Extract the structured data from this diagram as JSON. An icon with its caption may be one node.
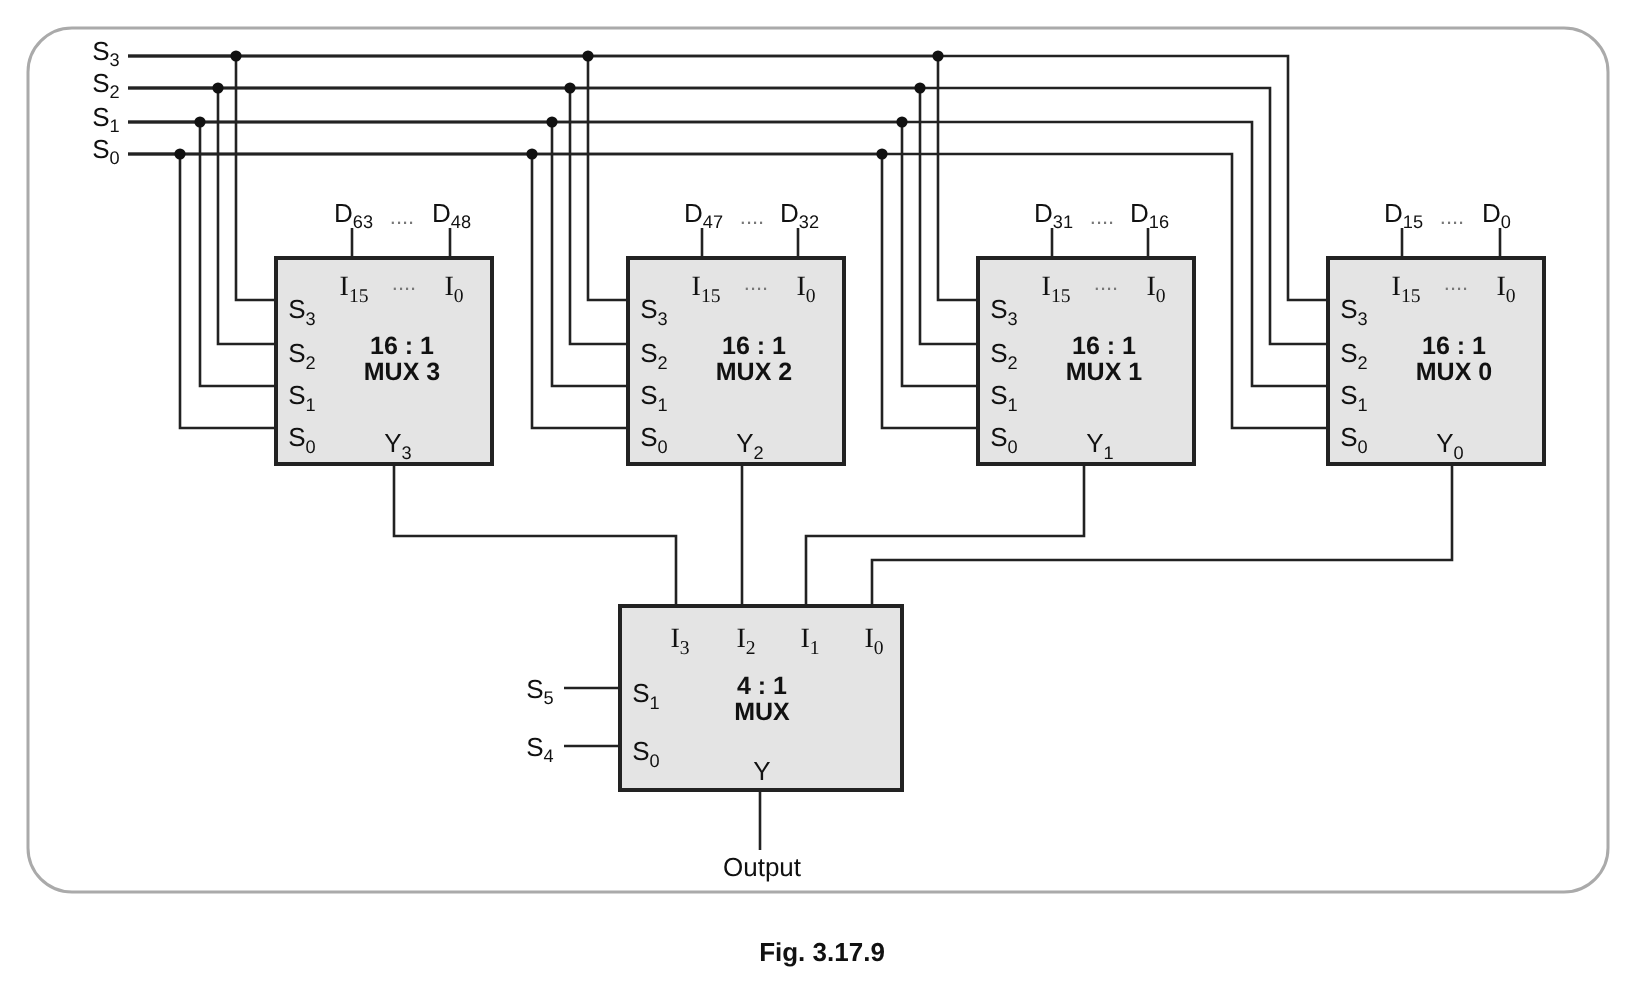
{
  "diagram": {
    "caption": "Fig. 3.17.9",
    "nodes": [
      {
        "text": [
          "S$_{3}$"
        ]
      },
      {
        "text": [
          "S$_{2}$"
        ]
      },
      {
        "text": [
          "S$_{1}$"
        ]
      },
      {
        "text": [
          "S$_{0}$"
        ]
      },
      {
        "text": [
          "D$_{63}$"
        ]
      },
      {
        "text": [
          "D$_{48}$"
        ]
      },
      {
        "text": [
          "D$_{47}$"
        ]
      },
      {
        "text": [
          "D$_{32}$"
        ]
      },
      {
        "text": [
          "D$_{31}$"
        ]
      },
      {
        "text": [
          "D$_{16}$"
        ]
      },
      {
        "text": [
          "D$_{15}$"
        ]
      },
      {
        "text": [
          "D$_{0}$"
        ]
      },
      {
        "text": [
          "I$_{15}$",
          "....",
          "I$_{0}$",
          "S$_{3}$",
          "S$_{2}$",
          "S$_{1}$",
          "16 : 1 MUX 3",
          "S$_{0}$",
          "Y$_{3}$"
        ]
      },
      {
        "text": [
          "I$_{15}$",
          "....",
          "I$_{0}$",
          "S$_{3}$",
          "S$_{2}$",
          "S$_{1}$",
          "16 : 1 MUX 2",
          "S$_{0}$",
          "Y$_{2}$"
        ]
      },
      {
        "text": [
          "I$_{15}$",
          "....",
          "I$_{0}$",
          "S$_{3}$",
          "S$_{2}$",
          "S$_{1}$",
          "16 : 1 MUX 1",
          "S$_{0}$",
          "Y$_{1}$"
        ]
      },
      {
        "text": [
          "I$_{15}$",
          "....",
          "I$_{0}$",
          "S$_{3}$",
          "S$_{2}$",
          "S$_{1}$",
          "16 : 1 MUX 0",
          "S$_{0}$",
          "Y$_{0}$"
        ]
      },
      {
        "text": [
          "S$_{5}$"
        ]
      },
      {
        "text": [
          "S$_{4}$"
        ]
      },
      {
        "text": [
          "I$_{3}$",
          "I$_{2}$",
          "I$_{1}$",
          "I$_{0}$",
          "S$_{1}$",
          "4 : 1 MUX",
          "S$_{0}$",
          "Y"
        ]
      },
      {
        "text": [
          "Output"
        ]
      }
    ],
    "edges": [
      {
        "from": 0,
        "to": 12,
        "arrow": "none"
      },
      {
        "from": 0,
        "to": 13,
        "arrow": "none"
      },
      {
        "from": 0,
        "to": 14,
        "arrow": "none"
      },
      {
        "from": 0,
        "to": 15,
        "arrow": "none"
      },
      {
        "from": 1,
        "to": 12,
        "arrow": "none"
      },
      {
        "from": 1,
        "to": 13,
        "arrow": "none"
      },
      {
        "from": 1,
        "to": 14,
        "arrow": "none"
      },
      {
        "from": 1,
        "to": 15,
        "arrow": "none"
      },
      {
        "from": 2,
        "to": 12,
        "arrow": "none"
      },
      {
        "from": 2,
        "to": 13,
        "arrow": "none"
      },
      {
        "from": 2,
        "to": 14,
        "arrow": "none"
      },
      {
        "from": 2,
        "to": 15,
        "arrow": "none"
      },
      {
        "from": 3,
        "to": 12,
        "arrow": "none"
      },
      {
        "from": 3,
        "to": 13,
        "arrow": "none"
      },
      {
        "from": 3,
        "to": 14,
        "arrow": "none"
      },
      {
        "from": 3,
        "to": 15,
        "arrow": "none"
      },
      {
        "from": 4,
        "to": 12,
        "arrow": "none"
      },
      {
        "from": 5,
        "to": 12,
        "arrow": "none"
      },
      {
        "from": 6,
        "to": 13,
        "arrow": "none"
      },
      {
        "from": 7,
        "to": 13,
        "arrow": "none"
      },
      {
        "from": 8,
        "to": 14,
        "arrow": "none"
      },
      {
        "from": 9,
        "to": 14,
        "arrow": "none"
      },
      {
        "from": 10,
        "to": 15,
        "arrow": "none"
      },
      {
        "from": 11,
        "to": 15,
        "arrow": "none"
      },
      {
        "from": 12,
        "to": 18,
        "arrow": "none"
      },
      {
        "from": 13,
        "to": 18,
        "arrow": "none"
      },
      {
        "from": 14,
        "to": 18,
        "arrow": "none"
      },
      {
        "from": 15,
        "to": 18,
        "arrow": "none"
      },
      {
        "from": 16,
        "to": 18,
        "arrow": "none"
      },
      {
        "from": 17,
        "to": 18,
        "arrow": "none"
      },
      {
        "from": 18,
        "to": 19,
        "arrow": "none"
      }
    ],
    "labels": [
      "....",
      "....",
      "....",
      "...."
    ]
  }
}
